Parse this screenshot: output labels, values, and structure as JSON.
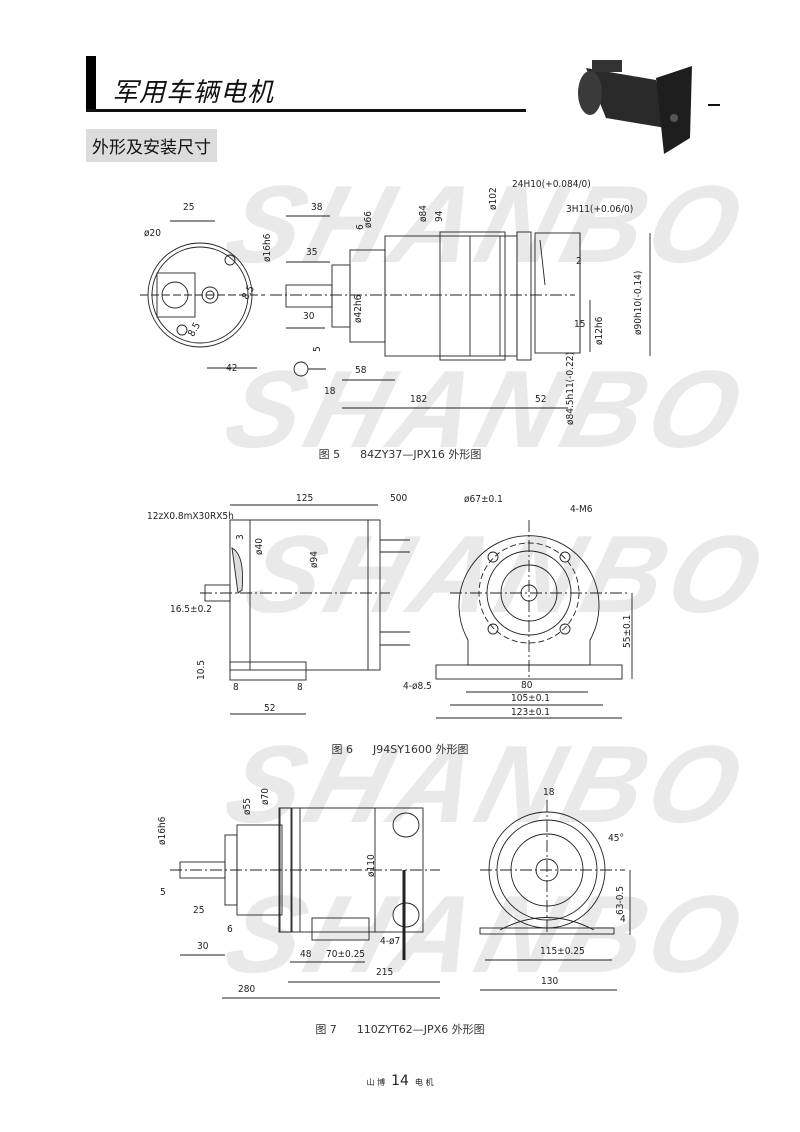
{
  "header": {
    "title": "军用车辆电机",
    "section": "外形及安装尺寸"
  },
  "watermark": "SHANBO",
  "figures": [
    {
      "number": "图 5",
      "model": "84ZY37—JPX16 外形图",
      "dims": [
        "25",
        "ø20",
        "ø16h6",
        "38",
        "35",
        "30",
        "6",
        "ø66",
        "ø42h6",
        "ø84",
        "94",
        "ø102",
        "24H10(+0.084/0)",
        "3H11(+0.06/0)",
        "2",
        "ø90h10(-0.14)",
        "15",
        "ø12h6",
        "ø84.5h11(-0.22)",
        "8.5",
        "8.5",
        "42",
        "5",
        "18",
        "58",
        "182",
        "52"
      ]
    },
    {
      "number": "图 6",
      "model": "J94SY1600 外形图",
      "dims": [
        "125",
        "500",
        "12zX0.8mX30RX5h",
        "3",
        "ø40",
        "ø94",
        "16.5±0.2",
        "10.5",
        "8",
        "8",
        "52",
        "ø67±0.1",
        "4-M6",
        "55±0.1",
        "4-ø8.5",
        "80",
        "105±0.1",
        "123±0.1"
      ]
    },
    {
      "number": "图 7",
      "model": "110ZYT62—JPX6 外形图",
      "dims": [
        "ø70",
        "ø55",
        "ø16h6",
        "ø110",
        "5",
        "25",
        "6",
        "30",
        "48",
        "70±0.25",
        "4-ø7",
        "215",
        "280",
        "18",
        "45°",
        "63-0.5",
        "4",
        "115±0.25",
        "130"
      ]
    }
  ],
  "footer": {
    "left": "山 博",
    "page": "14",
    "right": "电 机"
  }
}
